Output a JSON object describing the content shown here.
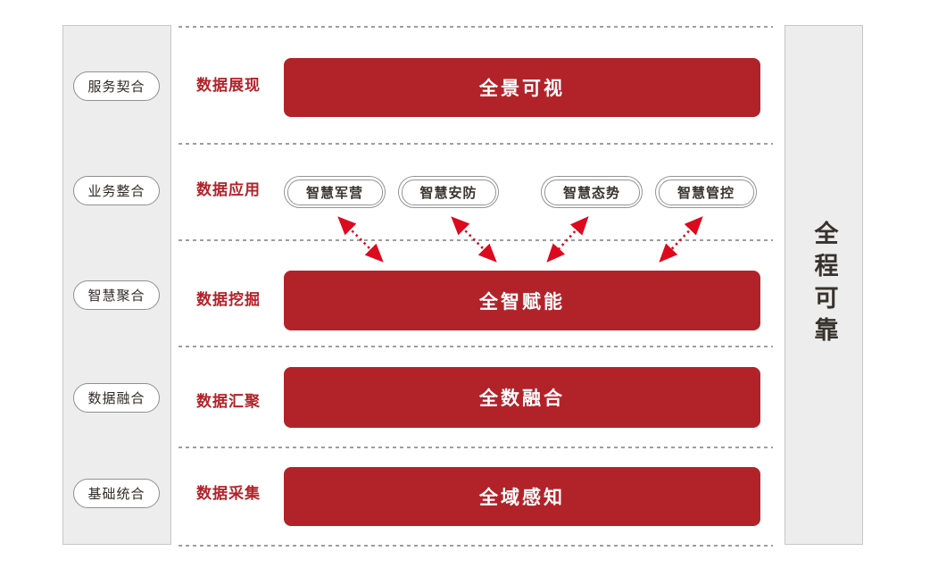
{
  "left_sidebar": {
    "items": [
      {
        "label": "服务契合"
      },
      {
        "label": "业务整合"
      },
      {
        "label": "智慧聚合"
      },
      {
        "label": "数据融合"
      },
      {
        "label": "基础统合"
      }
    ]
  },
  "right_sidebar": {
    "label": "全程可靠"
  },
  "layers": [
    {
      "label": "数据展现",
      "banner": "全景可视"
    },
    {
      "label": "数据应用",
      "apps": [
        "智慧军营",
        "智慧安防",
        "智慧态势",
        "智慧管控"
      ]
    },
    {
      "label": "数据挖掘",
      "banner": "全智赋能"
    },
    {
      "label": "数据汇聚",
      "banner": "全数融合"
    },
    {
      "label": "数据采集",
      "banner": "全域感知"
    }
  ],
  "arrows": {
    "style": "dashed-double-headed",
    "connects": "数据应用 apps ↔ 全智赋能",
    "color": "#dd0a1e"
  },
  "colors": {
    "banner_red": "#b22329",
    "label_red": "#b22329",
    "arrow_red": "#dd0a1e",
    "sidebar_bg": "#ededed",
    "panel_border": "#c6c6c6",
    "dotted_line": "#9e9e9e",
    "pill_border": "#8f8f8f",
    "dark_text": "#38322c"
  }
}
